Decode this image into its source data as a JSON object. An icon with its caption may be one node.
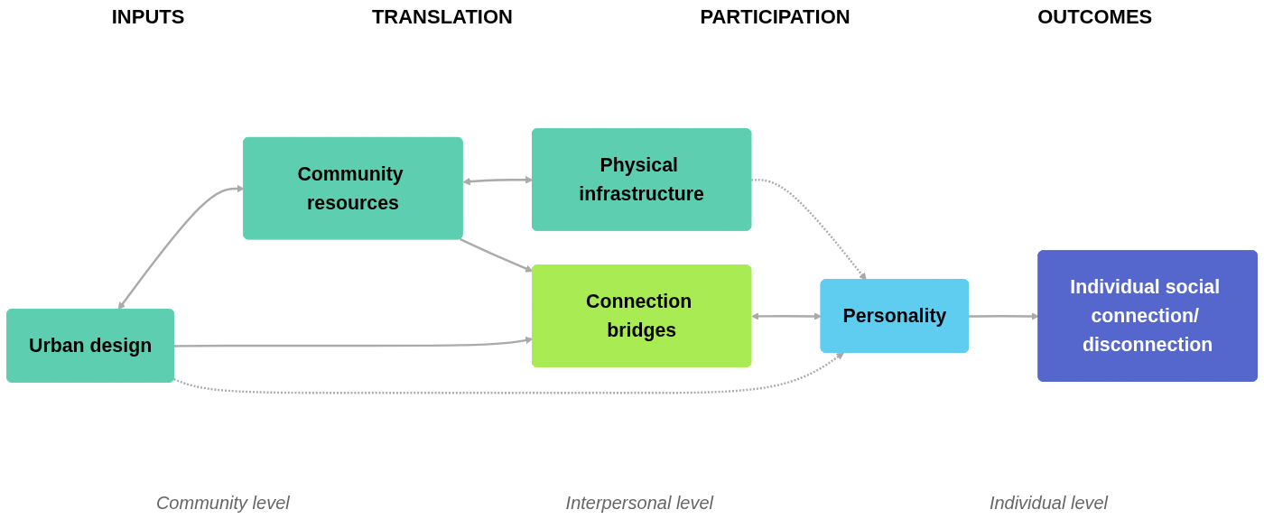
{
  "diagram": {
    "nodes": [
      {
        "text": [
          "Urban design"
        ]
      },
      {
        "text": [
          "Community resources"
        ]
      },
      {
        "text": [
          "Physical infrastructure"
        ]
      },
      {
        "text": [
          "Connection bridges"
        ]
      },
      {
        "text": [
          "Personality"
        ]
      },
      {
        "text": [
          "Individual social connection/ disconnection"
        ]
      }
    ],
    "edges": [
      {
        "from": 0,
        "to": 1,
        "arrow": "both"
      },
      {
        "from": 1,
        "to": 2,
        "arrow": "both"
      },
      {
        "from": 0,
        "to": 3,
        "arrow": "to"
      },
      {
        "from": 1,
        "to": 3,
        "arrow": "to"
      },
      {
        "from": 3,
        "to": 4,
        "arrow": "both"
      },
      {
        "from": 4,
        "to": 5,
        "arrow": "to"
      },
      {
        "from": 0,
        "to": 4,
        "arrow": "to",
        "style": "dashed"
      },
      {
        "from": 2,
        "to": 4,
        "arrow": "to",
        "style": "dashed"
      }
    ],
    "labels": [
      "INPUTS",
      "TRANSLATION",
      "PARTICIPATION",
      "OUTCOMES",
      "Community level",
      "Interpersonal level",
      "Individual level"
    ]
  }
}
